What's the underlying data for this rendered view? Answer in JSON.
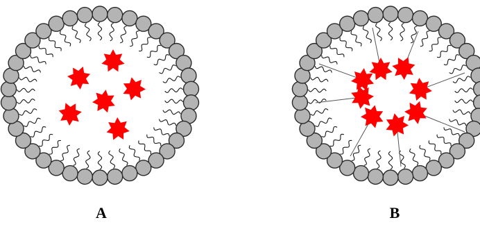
{
  "figure": {
    "panels": [
      {
        "label": "A"
      },
      {
        "label": "B"
      }
    ]
  },
  "colors": {
    "background": "#ffffff",
    "lipid_head_fill": "#b4b4b4",
    "lipid_head_stroke": "#2a2a2a",
    "tail": "#1a1a1a",
    "drug": "#ff0000",
    "linker": "#555555"
  },
  "icons": {
    "lipid_head": "circle",
    "lipid_tail": "wavy-line",
    "drug_molecule": "seven-point-star"
  }
}
